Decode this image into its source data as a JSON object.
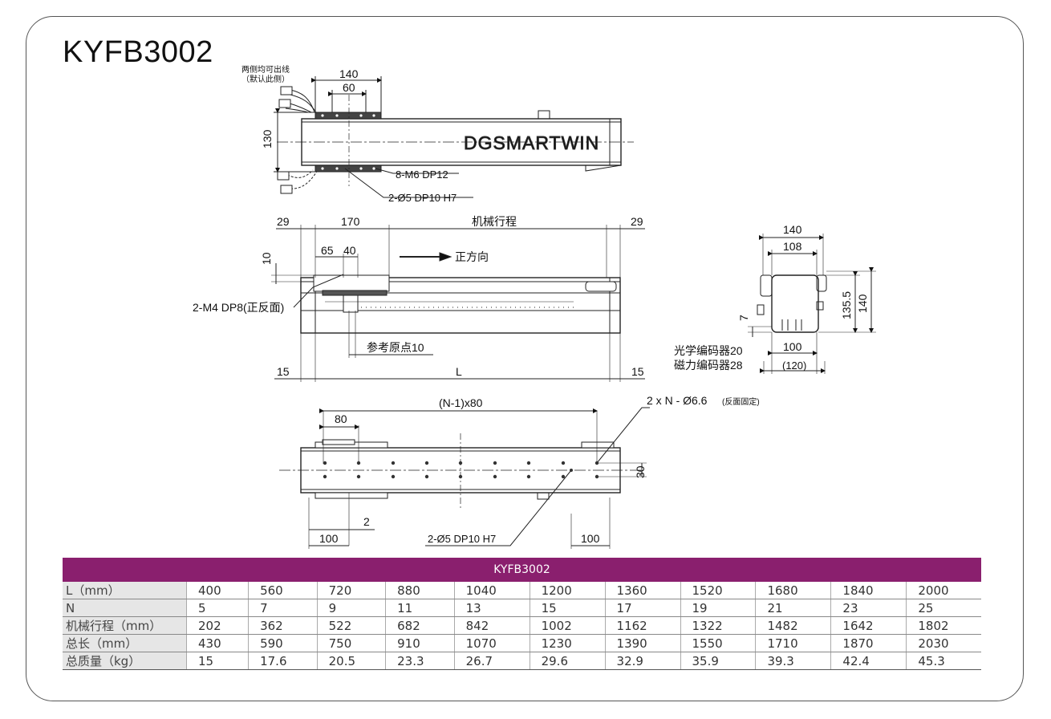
{
  "model": "KYFB3002",
  "top_view": {
    "cable_note_1": "两侧均可出线",
    "cable_note_2": "（默认此侧）",
    "dim_140": "140",
    "dim_60": "60",
    "dim_130": "130",
    "brand": "DGSMARTWIN",
    "callout_holes": "8-M6 DP12",
    "callout_pins": "2-Ø5 DP10 H7"
  },
  "side_view": {
    "dim_29_left": "29",
    "dim_170": "170",
    "label_stroke": "机械行程",
    "dim_29_right": "29",
    "dim_10": "10",
    "dim_65": "65",
    "dim_40": "40",
    "direction_label": "正方向",
    "callout_m4": "2-M4 DP8(正反面)",
    "ref_origin": "参考原点10",
    "dim_15_left": "15",
    "dim_L": "L",
    "dim_15_right": "15"
  },
  "end_view": {
    "dim_140_top": "140",
    "dim_108": "108",
    "dim_135_5": "135.5",
    "dim_140_side": "140",
    "dim_7": "7",
    "encoder_optical": "光学编码器20",
    "encoder_magnetic": "磁力编码器28",
    "dim_100": "100",
    "dim_120": "(120)"
  },
  "bottom_view": {
    "dim_pitch": "(N-1)x80",
    "callout_mount": "2 x N - Ø6.6",
    "callout_mount_note": "(反面固定)",
    "dim_80": "80",
    "dim_30": "30",
    "dim_2": "2",
    "dim_100_left": "100",
    "callout_pins": "2-Ø5 DP10 H7",
    "dim_100_right": "100"
  },
  "table": {
    "title": "KYFB3002",
    "rows": [
      {
        "label": "L（mm）",
        "values": [
          "400",
          "560",
          "720",
          "880",
          "1040",
          "1200",
          "1360",
          "1520",
          "1680",
          "1840",
          "2000"
        ]
      },
      {
        "label": "N",
        "values": [
          "5",
          "7",
          "9",
          "11",
          "13",
          "15",
          "17",
          "19",
          "21",
          "23",
          "25"
        ]
      },
      {
        "label": "机械行程（mm）",
        "values": [
          "202",
          "362",
          "522",
          "682",
          "842",
          "1002",
          "1162",
          "1322",
          "1482",
          "1642",
          "1802"
        ]
      },
      {
        "label": "总长（mm）",
        "values": [
          "430",
          "590",
          "750",
          "910",
          "1070",
          "1230",
          "1390",
          "1550",
          "1710",
          "1870",
          "2030"
        ]
      },
      {
        "label": "总质量（kg）",
        "values": [
          "15",
          "17.6",
          "20.5",
          "23.3",
          "26.7",
          "29.6",
          "32.9",
          "35.9",
          "39.3",
          "42.4",
          "45.3"
        ]
      }
    ]
  },
  "colors": {
    "header_bg": "#8a1f6e",
    "rowhead_bg": "#e6e6e6",
    "frame": "#555555"
  }
}
